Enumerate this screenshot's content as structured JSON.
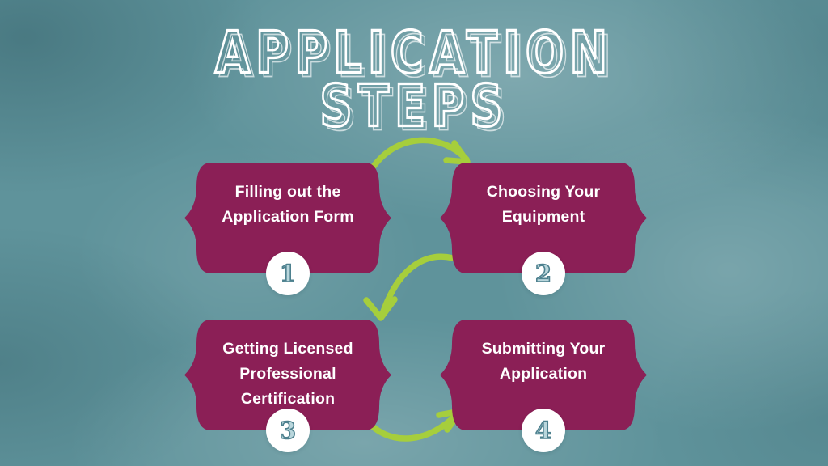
{
  "title": {
    "line1": "APPLICATION",
    "line2": "STEPS"
  },
  "steps": [
    {
      "number": "1",
      "label": "Filling out the\nApplication Form"
    },
    {
      "number": "2",
      "label": "Choosing Your\nEquipment"
    },
    {
      "number": "3",
      "label": "Getting Licensed\nProfessional\nCertification"
    },
    {
      "number": "4",
      "label": "Submitting Your\nApplication"
    }
  ],
  "arrows": [
    {
      "name": "arrow-step1-to-step2"
    },
    {
      "name": "arrow-step2-to-step3"
    },
    {
      "name": "arrow-step3-to-step4"
    }
  ],
  "colors": {
    "bg-base": "#5f939b",
    "card-color": "#8b1f56",
    "arrow-color": "#a6ce3c",
    "circle-bg": "#ffffff",
    "number-stroke": "#4d808e",
    "number-fill": "#b9d6dc",
    "title-color": "#ffffff",
    "label-color": "#ffffff"
  }
}
